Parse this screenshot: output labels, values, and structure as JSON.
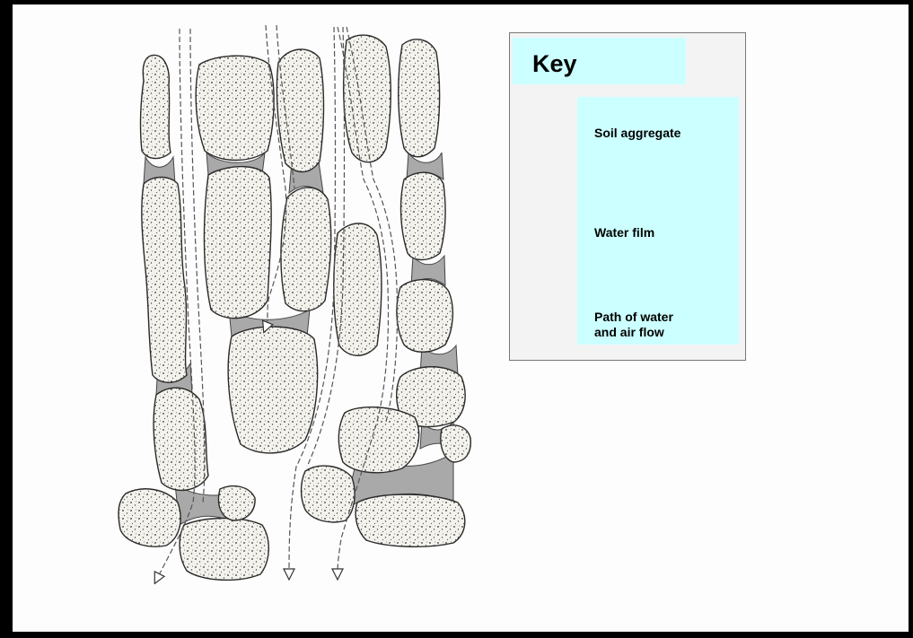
{
  "key": {
    "title": "Key",
    "items": [
      {
        "label": "Soil aggregate",
        "symbol": "soil-aggregate-icon"
      },
      {
        "label": "Water film",
        "symbol": "water-film-icon"
      },
      {
        "label": "Path of water\nand air flow",
        "symbol": "flow-arrow-icon"
      }
    ]
  },
  "colors": {
    "key_background": "#ccffff",
    "aggregate_fill": "#f4f2ec",
    "water_film": "#a9a9a9",
    "outline": "#2a2a2a"
  }
}
